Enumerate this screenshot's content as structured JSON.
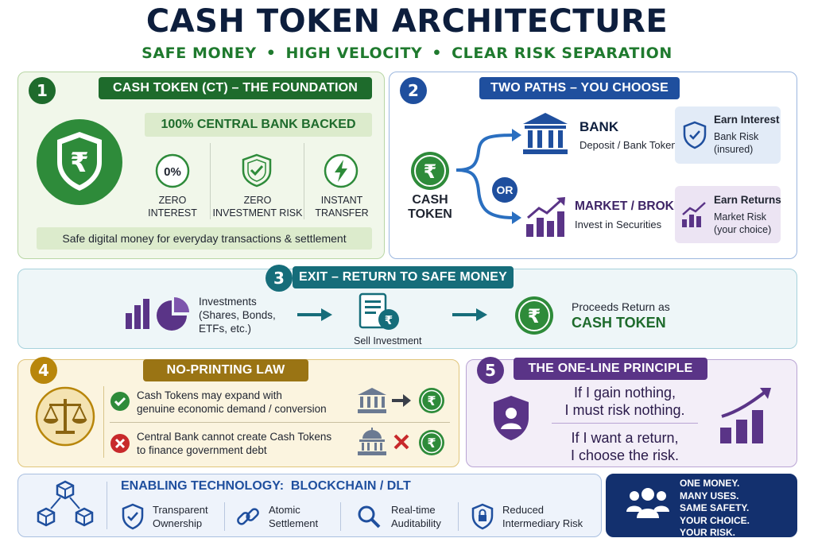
{
  "header": {
    "title": "CASH TOKEN ARCHITECTURE",
    "subtitle_parts": [
      "SAFE MONEY",
      "HIGH VELOCITY",
      "CLEAR RISK SEPARATION"
    ],
    "subtitle_separator": "•"
  },
  "colors": {
    "navy": "#0d1e3d",
    "green": "#1f7a2e",
    "blue": "#1f4f9e",
    "teal": "#166d7a",
    "gold": "#b8860b",
    "purple": "#5a3487"
  },
  "section1": {
    "number": "1",
    "title": "CASH TOKEN (CT) – THE FOUNDATION",
    "backed": "100% CENTRAL BANK BACKED",
    "features": [
      {
        "icon": "percent-icon",
        "icon_text": "0%",
        "label_1": "ZERO",
        "label_2": "INTEREST"
      },
      {
        "icon": "shield-check-icon",
        "label_1": "ZERO",
        "label_2": "INVESTMENT RISK"
      },
      {
        "icon": "lightning-icon",
        "label_1": "INSTANT",
        "label_2": "TRANSFER"
      }
    ],
    "footer": "Safe digital money for everyday transactions & settlement",
    "rupee_symbol": "₹"
  },
  "section2": {
    "number": "2",
    "title": "TWO PATHS – YOU CHOOSE",
    "source_label_1": "CASH",
    "source_label_2": "TOKEN",
    "or_label": "OR",
    "paths": [
      {
        "icon": "bank-icon",
        "name": "BANK",
        "desc": "Deposit / Bank Token",
        "side_title": "Earn Interest",
        "side_line_1": "Bank Risk",
        "side_line_2": "(insured)"
      },
      {
        "icon": "chart-up-icon",
        "name": "MARKET / BROKER",
        "desc": "Invest in Securities",
        "side_title": "Earn Returns",
        "side_line_1": "Market Risk",
        "side_line_2": "(your choice)"
      }
    ]
  },
  "section3": {
    "number": "3",
    "title": "EXIT – RETURN TO SAFE MONEY",
    "investments_1": "Investments",
    "investments_2": "(Shares, Bonds,",
    "investments_3": "ETFs, etc.)",
    "sell": "Sell Investment",
    "proceeds": "Proceeds Return as",
    "proceeds_strong": "CASH TOKEN"
  },
  "section4": {
    "number": "4",
    "title": "NO-PRINTING LAW",
    "rules": [
      {
        "status": "allowed",
        "line_1": "Cash Tokens may expand with",
        "line_2": "genuine economic demand / conversion"
      },
      {
        "status": "forbidden",
        "line_1": "Central Bank cannot create Cash Tokens",
        "line_2": "to finance government debt"
      }
    ]
  },
  "section5": {
    "number": "5",
    "title": "THE ONE-LINE PRINCIPLE",
    "line_1": "If I gain nothing,",
    "line_2": "I must risk nothing.",
    "line_3": "If I want a return,",
    "line_4": "I choose the risk."
  },
  "technology": {
    "title": "ENABLING TECHNOLOGY:  BLOCKCHAIN / DLT",
    "items": [
      {
        "icon": "shield-check-icon",
        "line_1": "Transparent",
        "line_2": "Ownership"
      },
      {
        "icon": "chain-link-icon",
        "line_1": "Atomic",
        "line_2": "Settlement"
      },
      {
        "icon": "magnifier-icon",
        "line_1": "Real-time",
        "line_2": "Auditability"
      },
      {
        "icon": "shield-lock-icon",
        "line_1": "Reduced",
        "line_2": "Intermediary Risk"
      }
    ]
  },
  "slogan": {
    "lines": [
      "ONE MONEY.",
      "MANY USES.",
      "SAME SAFETY.",
      "YOUR CHOICE.",
      "YOUR RISK."
    ]
  }
}
